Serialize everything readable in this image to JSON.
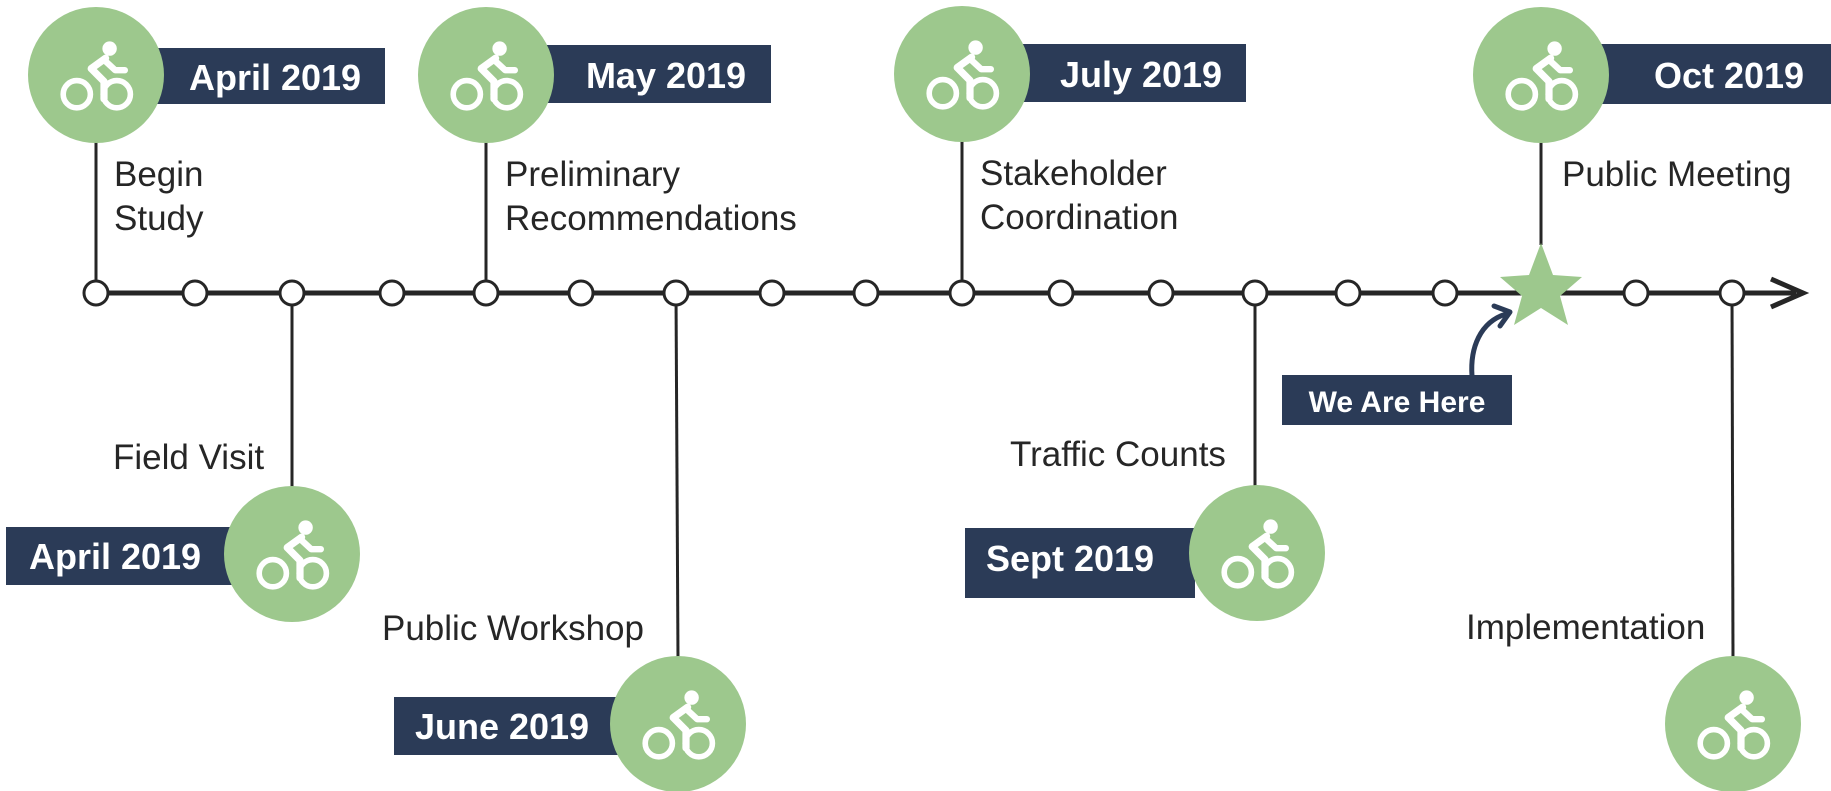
{
  "colors": {
    "navy": "#2b3b57",
    "green": "#9dc88d",
    "line": "#262626",
    "text": "#262626"
  },
  "milestones": [
    {
      "date": "April 2019",
      "label": [
        "Begin",
        "Study"
      ],
      "icon": "bike-icon"
    },
    {
      "date": "April 2019",
      "label": [
        "Field Visit"
      ],
      "icon": "bike-icon"
    },
    {
      "date": "May 2019",
      "label": [
        "Preliminary",
        "Recommendations"
      ],
      "icon": "bike-icon"
    },
    {
      "date": "June 2019",
      "label": [
        "Public Workshop"
      ],
      "icon": "bike-icon"
    },
    {
      "date": "July 2019",
      "label": [
        "Stakeholder",
        "Coordination"
      ],
      "icon": "bike-icon"
    },
    {
      "date": "Sept 2019",
      "label": [
        "Traffic Counts"
      ],
      "icon": "bike-icon"
    },
    {
      "date": "Oct 2019",
      "label": [
        "Public Meeting"
      ],
      "icon": "bike-icon"
    },
    {
      "date": "",
      "label": [
        "Implementation"
      ],
      "icon": "bike-icon"
    }
  ],
  "current_marker": {
    "text": "We Are Here",
    "icon": "star-icon"
  }
}
